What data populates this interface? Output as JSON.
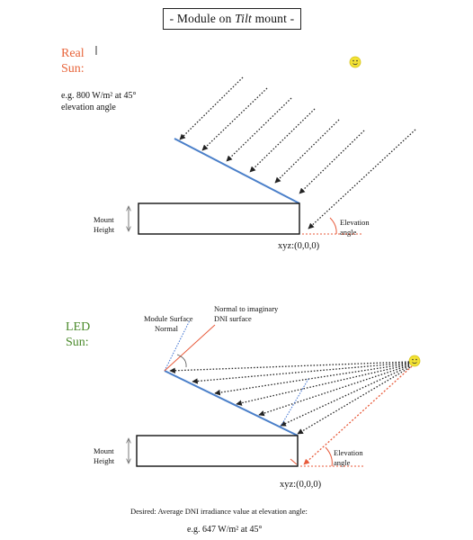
{
  "title": {
    "prefix": "- Module on ",
    "italic": "Tilt",
    "suffix": " mount -"
  },
  "real": {
    "label_line1": "Real",
    "label_line2": "Sun:",
    "example_line1": "e.g. 800 W/m² at 45°",
    "example_line2": "elevation angle",
    "mount_line1": "Mount",
    "mount_line2": "Height",
    "elevation_line1": "Elevation",
    "elevation_line2": "angle",
    "origin": "xyz:(0,0,0)"
  },
  "led": {
    "label_line1": "LED",
    "label_line2": "Sun:",
    "module_normal_line1": "Module Surface",
    "module_normal_line2": "Normal",
    "dni_normal_line1": "Normal to imaginary",
    "dni_normal_line2": "DNI surface",
    "mount_line1": "Mount",
    "mount_line2": "Height",
    "elevation_line1": "Elevation",
    "elevation_line2": "angle",
    "origin": "xyz:(0,0,0)"
  },
  "footer": {
    "desired": "Desired: Average DNI irradiance value at elevation angle:",
    "example": "e.g. 647 W/m² at 45°"
  },
  "colors": {
    "real_label": "#e8643a",
    "led_label": "#4a8a2a",
    "module_surface": "#4a7fc9",
    "normal_line": "#e85a3a",
    "module_normal": "#3b6fd0",
    "sun": "#f3e233"
  }
}
